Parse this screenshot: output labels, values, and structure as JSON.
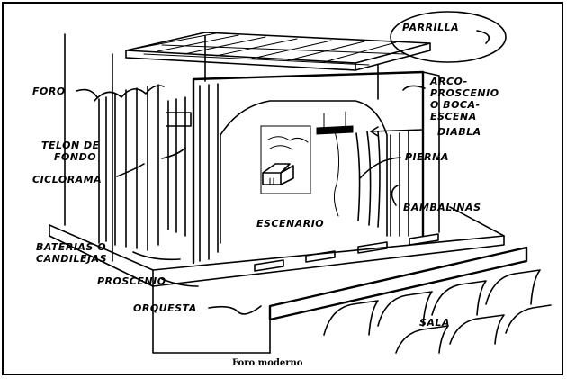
{
  "labels": {
    "parrilla": "PARRILLA",
    "foro": "FORO",
    "arco_1": "ARCO-",
    "arco_2": "PROSCENIO",
    "arco_3": "O BOCA-",
    "arco_4": "ESCENA",
    "diabla": "DIABLA",
    "telon_1": "TELON DE",
    "telon_2": "FONDO",
    "pierna": "PIERNA",
    "ciclorama": "CICLORAMA",
    "bambalinas": "BAMBALINAS",
    "escenario": "ESCENARIO",
    "baterias_1": "BATERIAS O",
    "baterias_2": "CANDILEJAS",
    "proscenio": "PROSCENIO",
    "orquesta": "ORQUESTA",
    "sala": "SALA"
  },
  "caption": "Foro moderno"
}
